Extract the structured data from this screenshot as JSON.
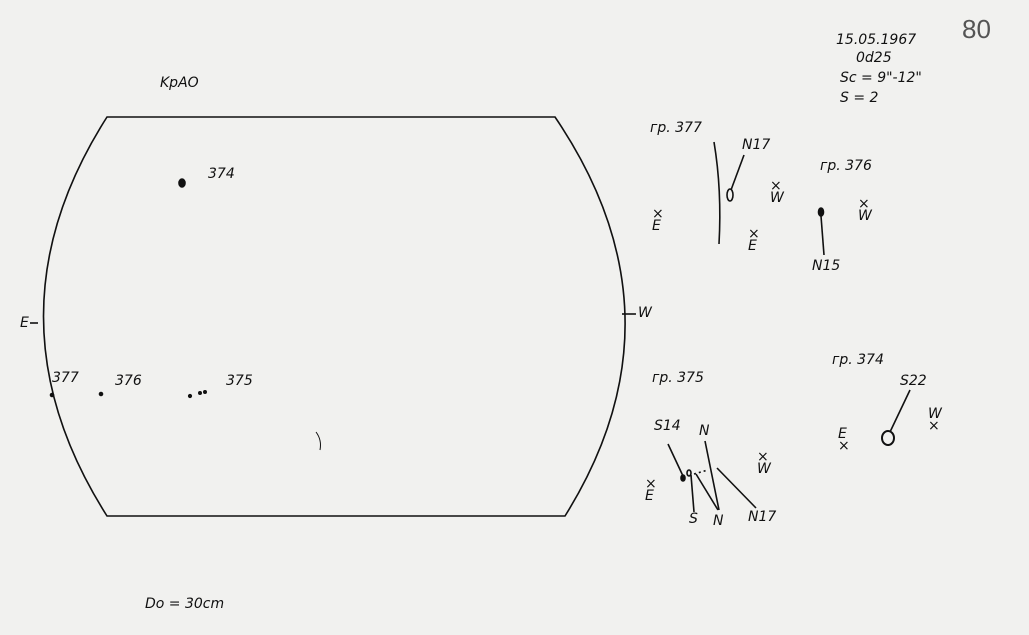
{
  "page_number": "80",
  "header": {
    "date": "15.05.1967",
    "time": "0d25",
    "seeing": "Sc = 9\"-12\"",
    "s_value": "S = 2"
  },
  "observatory": "KpAO",
  "diameter": "Do = 30cm",
  "disk": {
    "east": "E",
    "west": "W",
    "groups_on_disk": [
      "374",
      "377",
      "376",
      "375"
    ]
  },
  "group_377": {
    "title": "гр. 377",
    "spot": "N17",
    "east": "E",
    "west": "W",
    "east2": "E"
  },
  "group_376": {
    "title": "гр. 376",
    "spot": "N15",
    "west": "W"
  },
  "group_375": {
    "title": "гр. 375",
    "labels": [
      "S14",
      "N",
      "S",
      "N",
      "N17"
    ],
    "east": "E",
    "west": "W"
  },
  "group_374": {
    "title": "гр. 374",
    "spot": "S22",
    "east": "E",
    "west": "W"
  }
}
